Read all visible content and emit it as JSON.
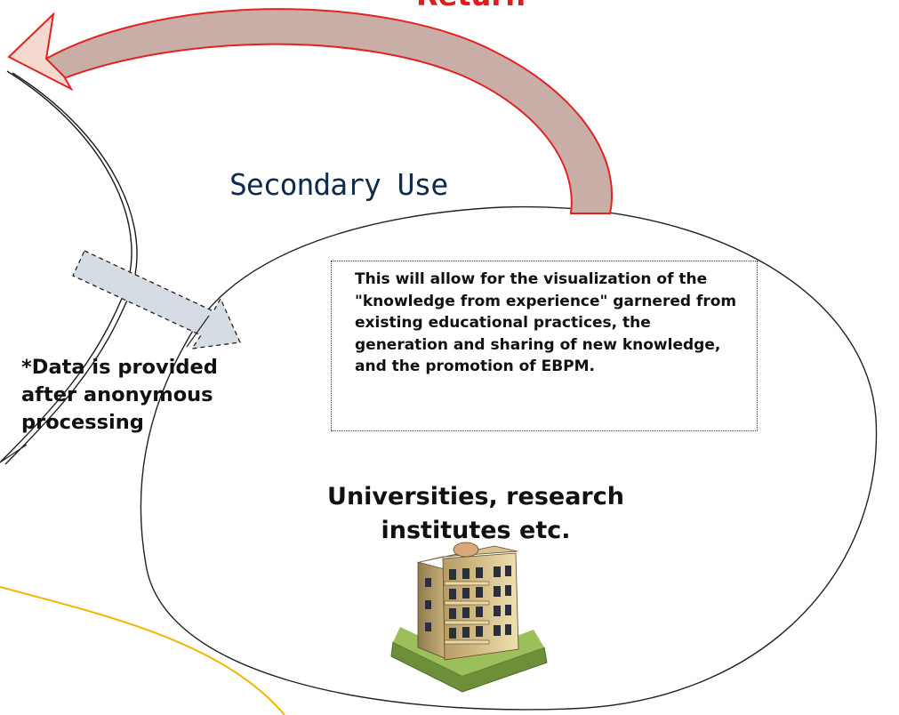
{
  "return_label": "Return",
  "secondary_label": "Secondary Use",
  "note_text": "This will allow for the visualization of the \"knowledge from experience\" garnered from existing educational practices, the generation and sharing of new knowledge, and the promotion of EBPM.",
  "data_note": "*Data is provided after anonymous processing",
  "entity_label": "Universities, research institutes etc.",
  "colors": {
    "return_arrow_stroke": "#e32222",
    "return_arrow_fill": "#c9aea8",
    "return_arrow_head_fill": "#f5d9cf",
    "secondary_text": "#0e2a4d",
    "data_arrow_fill": "#d6dce4",
    "yellow_arc": "#f2b600"
  },
  "icons": {
    "building": "building-icon"
  }
}
